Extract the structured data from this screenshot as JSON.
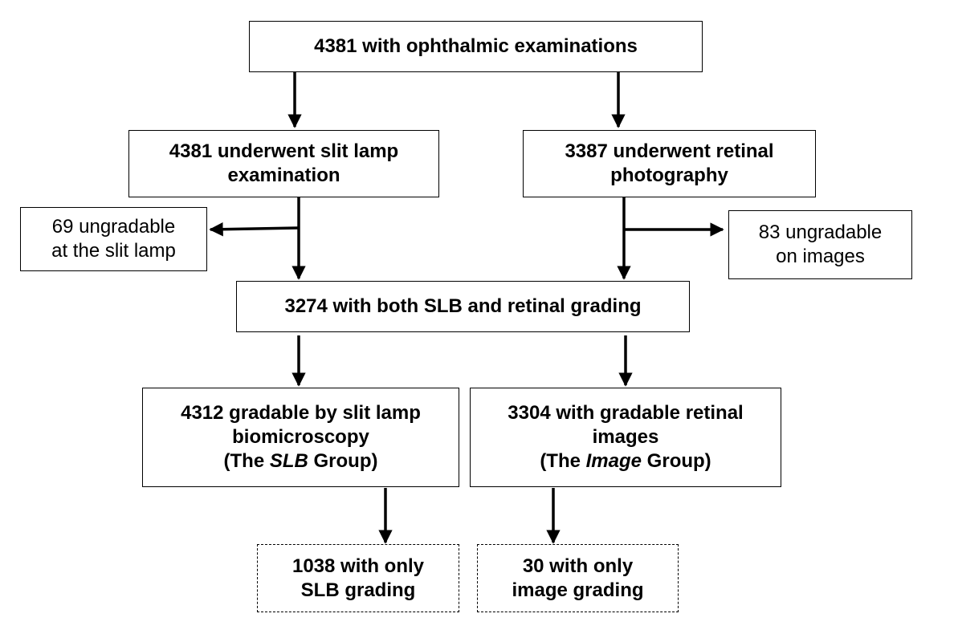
{
  "nodes": {
    "top": {
      "lines": [
        "4381 with ophthalmic examinations"
      ]
    },
    "slit_lamp": {
      "lines": [
        "4381 underwent slit lamp",
        "examination"
      ]
    },
    "retinal": {
      "lines": [
        "3387 underwent retinal",
        "photography"
      ]
    },
    "ungradable_slit": {
      "lines": [
        "69 ungradable",
        "at the slit lamp"
      ]
    },
    "ungradable_images": {
      "lines": [
        "83 ungradable",
        "on images"
      ]
    },
    "both": {
      "lines": [
        "3274 with both SLB and retinal grading"
      ]
    },
    "slb_group": {
      "lines": [
        "4312 gradable by slit lamp",
        "biomicroscopy"
      ],
      "group_prefix": "(The ",
      "group_italic": "SLB",
      "group_suffix": " Group)"
    },
    "image_group": {
      "lines": [
        "3304 with gradable retinal",
        "images"
      ],
      "group_prefix": "(The ",
      "group_italic": "Image",
      "group_suffix": " Group)"
    },
    "only_slb": {
      "lines": [
        "1038 with only",
        "SLB grading"
      ]
    },
    "only_image": {
      "lines": [
        "30 with only",
        "image grading"
      ]
    }
  }
}
